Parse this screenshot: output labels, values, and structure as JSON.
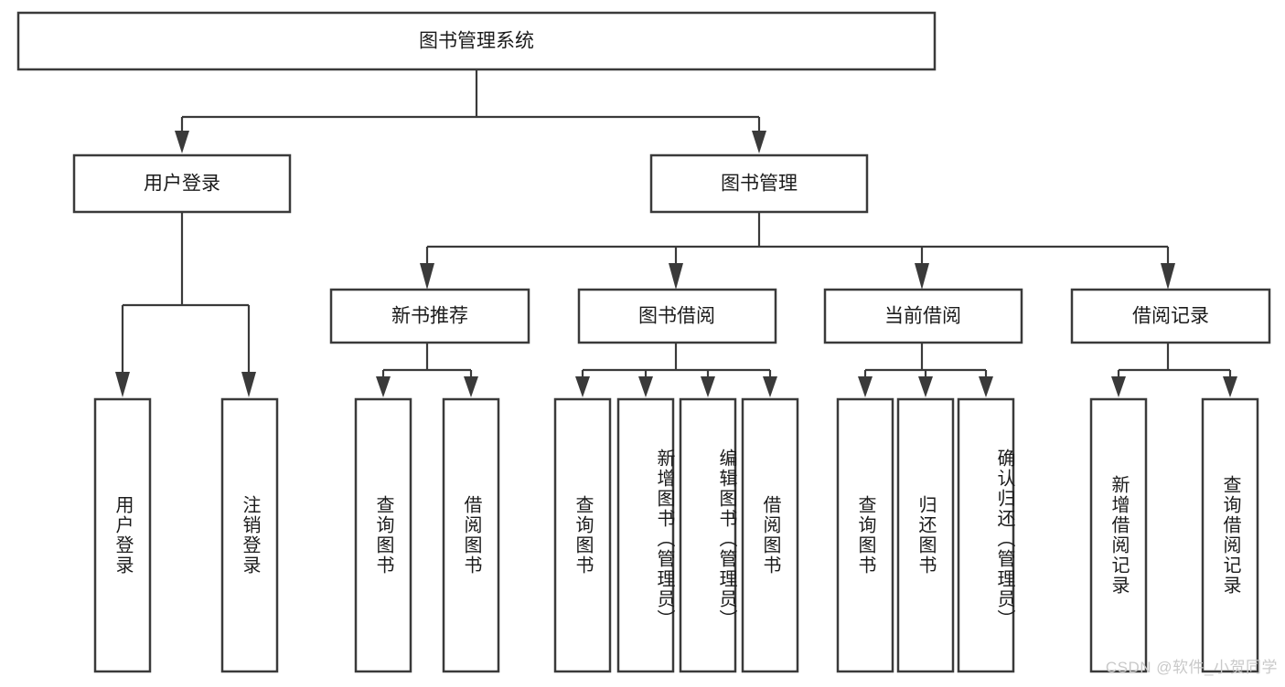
{
  "diagram": {
    "type": "tree-hierarchy",
    "title": "图书管理系统",
    "root": {
      "id": "root",
      "label": "图书管理系统",
      "orientation": "horizontal"
    },
    "level2": [
      {
        "id": "user-login",
        "label": "用户登录",
        "orientation": "horizontal"
      },
      {
        "id": "book-manage",
        "label": "图书管理",
        "orientation": "horizontal"
      }
    ],
    "level3": [
      {
        "id": "new-book-rec",
        "label": "新书推荐",
        "orientation": "horizontal",
        "parent": "book-manage"
      },
      {
        "id": "book-borrow",
        "label": "图书借阅",
        "orientation": "horizontal",
        "parent": "book-manage"
      },
      {
        "id": "current-borrow",
        "label": "当前借阅",
        "orientation": "horizontal",
        "parent": "book-manage"
      },
      {
        "id": "borrow-record",
        "label": "借阅记录",
        "orientation": "horizontal",
        "parent": "book-manage"
      }
    ],
    "leaves": [
      {
        "id": "leaf-user-login",
        "label": "用户登录",
        "orientation": "vertical",
        "parent": "user-login"
      },
      {
        "id": "leaf-user-logout",
        "label": "注销登录",
        "orientation": "vertical",
        "parent": "user-login"
      },
      {
        "id": "leaf-query-book-1",
        "label": "查询图书",
        "orientation": "vertical",
        "parent": "new-book-rec"
      },
      {
        "id": "leaf-borrow-book-1",
        "label": "借阅图书",
        "orientation": "vertical",
        "parent": "new-book-rec"
      },
      {
        "id": "leaf-query-book-2",
        "label": "查询图书",
        "orientation": "vertical",
        "parent": "book-borrow"
      },
      {
        "id": "leaf-add-book",
        "label": "新增图书（管理员）",
        "orientation": "vertical",
        "parent": "book-borrow"
      },
      {
        "id": "leaf-edit-book",
        "label": "编辑图书（管理员）",
        "orientation": "vertical",
        "parent": "book-borrow"
      },
      {
        "id": "leaf-borrow-book-2",
        "label": "借阅图书",
        "orientation": "vertical",
        "parent": "book-borrow"
      },
      {
        "id": "leaf-query-book-3",
        "label": "查询图书",
        "orientation": "vertical",
        "parent": "current-borrow"
      },
      {
        "id": "leaf-return-book",
        "label": "归还图书",
        "orientation": "vertical",
        "parent": "current-borrow"
      },
      {
        "id": "leaf-confirm-return",
        "label": "确认归还（管理员）",
        "orientation": "vertical",
        "parent": "current-borrow"
      },
      {
        "id": "leaf-add-record",
        "label": "新增借阅记录",
        "orientation": "vertical",
        "parent": "borrow-record"
      },
      {
        "id": "leaf-query-record",
        "label": "查询借阅记录",
        "orientation": "vertical",
        "parent": "borrow-record"
      }
    ]
  },
  "watermark": {
    "text": "CSDN @软件_小贺同学"
  },
  "colors": {
    "box_stroke": "#3a3a3a",
    "box_fill": "#ffffff",
    "text": "#1b1b1b",
    "connector": "#3a3a3a",
    "watermark": "#c9c9c9",
    "background": "#ffffff"
  }
}
